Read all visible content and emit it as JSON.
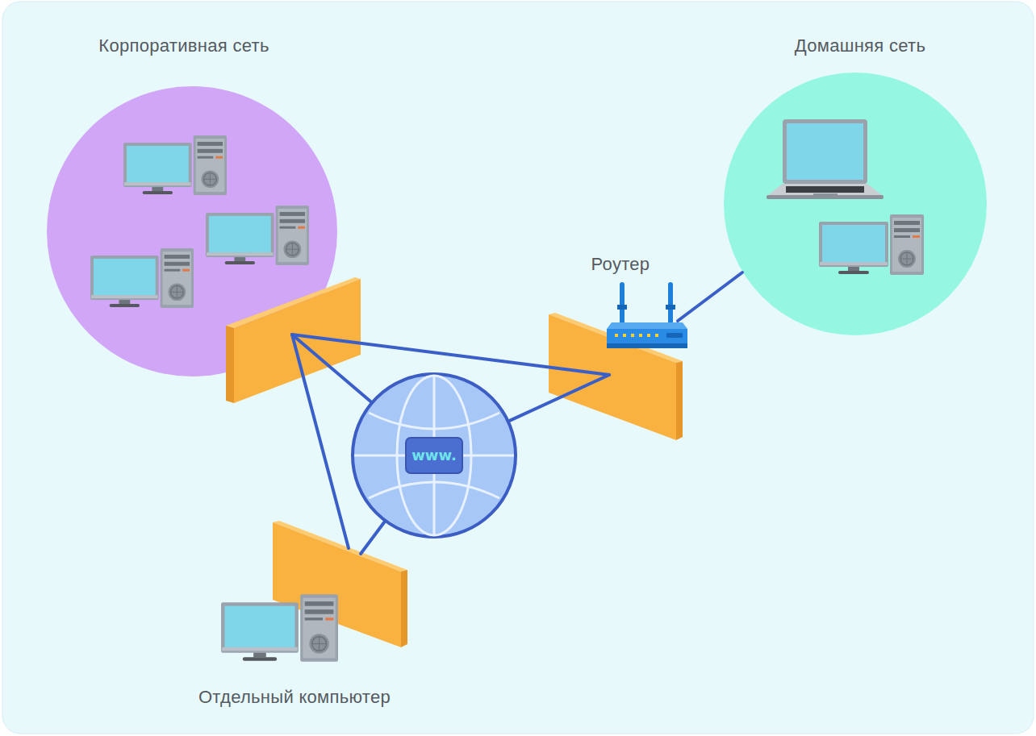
{
  "diagram": {
    "nodes": [
      {
        "text": [
          "Корпоративная сеть"
        ]
      },
      {
        "text": [
          "Домашняя сеть"
        ]
      },
      {
        "text": [
          "Роутер"
        ]
      },
      {
        "text": [
          "www."
        ]
      },
      {
        "text": [
          "Отдельный компьютер"
        ]
      }
    ],
    "edges": [
      {
        "from": 0,
        "to": 3,
        "arrow": "none"
      },
      {
        "from": 0,
        "to": 2,
        "arrow": "none"
      },
      {
        "from": 0,
        "to": 4,
        "arrow": "none"
      },
      {
        "from": 2,
        "to": 3,
        "arrow": "none"
      },
      {
        "from": 4,
        "to": 3,
        "arrow": "none"
      },
      {
        "from": 2,
        "to": 1,
        "arrow": "none"
      }
    ]
  }
}
